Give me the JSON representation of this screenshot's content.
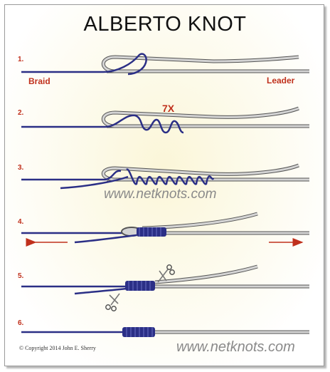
{
  "title": "ALBERTO KNOT",
  "steps": [
    "1.",
    "2.",
    "3.",
    "4.",
    "5.",
    "6."
  ],
  "labels": {
    "braid": "Braid",
    "leader": "Leader",
    "wraps": "7X"
  },
  "watermark": "www.netknots.com",
  "copyright": "© Copyright 2014 John E. Sherry",
  "colors": {
    "braid": "#2b2f86",
    "leader": "#c8c8c8",
    "accent": "#c0301c"
  }
}
